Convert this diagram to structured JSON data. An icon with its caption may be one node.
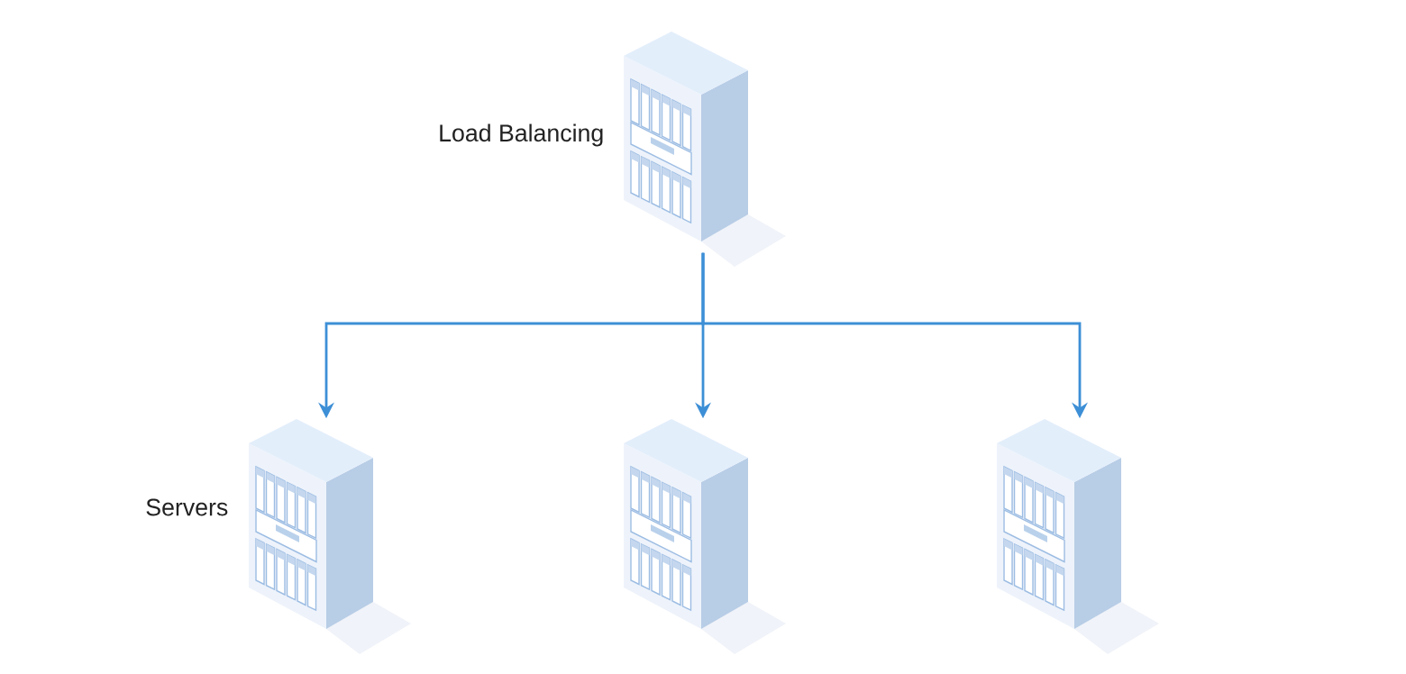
{
  "diagram": {
    "nodes": [
      {
        "text": [],
        "shape": "picture",
        "beside": [
          "Load Balancing"
        ]
      },
      {
        "text": [],
        "shape": "picture",
        "beside": [
          "Servers"
        ]
      },
      {
        "text": [],
        "shape": "picture"
      },
      {
        "text": [],
        "shape": "picture"
      }
    ],
    "edges": [
      {
        "from": 0,
        "to": 1,
        "arrow": "to"
      },
      {
        "from": 0,
        "to": 2,
        "arrow": "to"
      },
      {
        "from": 0,
        "to": 3,
        "arrow": "to"
      }
    ]
  }
}
